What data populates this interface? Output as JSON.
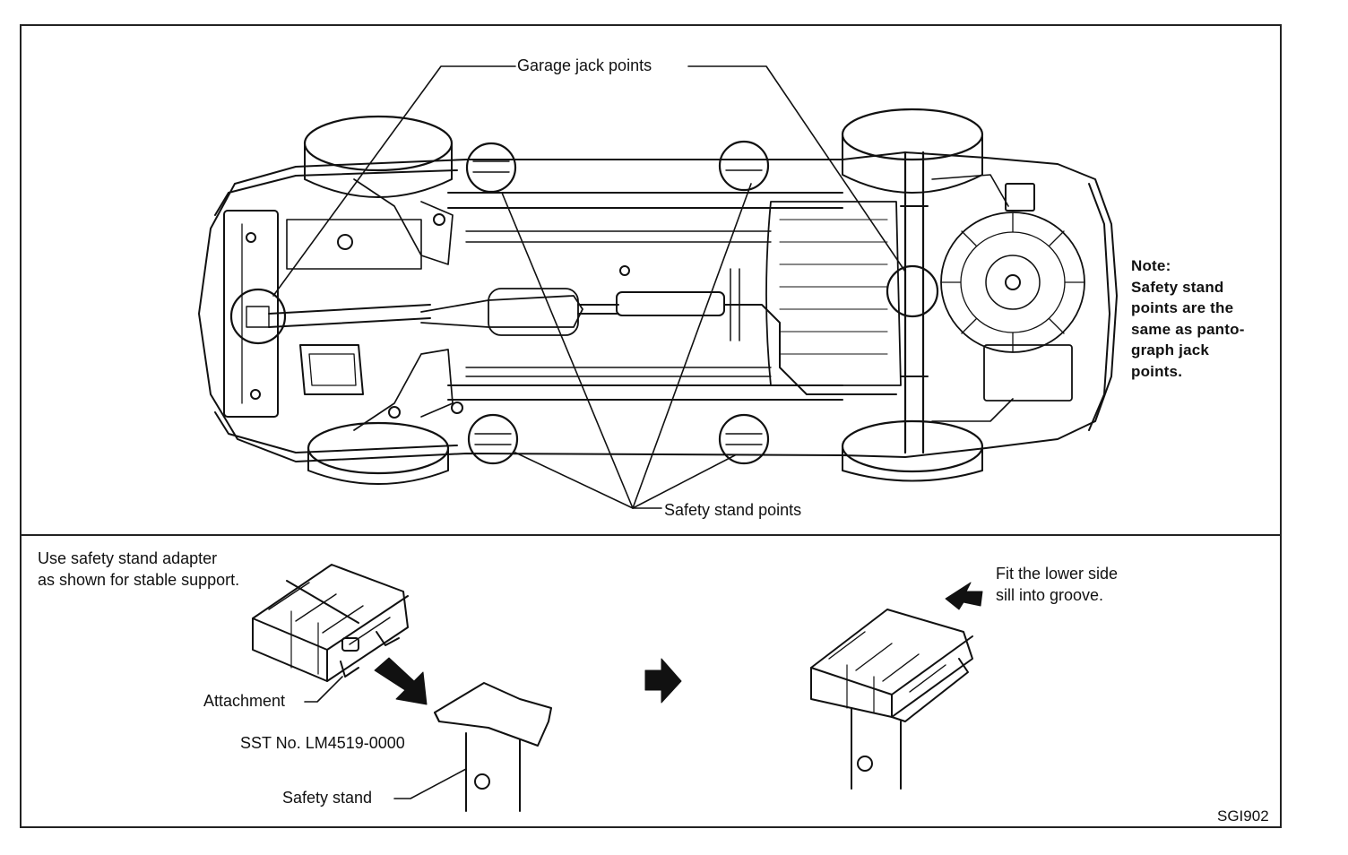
{
  "top_figure": {
    "garage_jack_label": "Garage jack points",
    "safety_stand_label": "Safety stand points",
    "note_lines": [
      "Note:",
      "Safety stand",
      "points are the",
      "same as panto-",
      "graph jack",
      "points."
    ]
  },
  "bottom_figure": {
    "instruction_lines": [
      "Use safety stand adapter",
      "as shown for stable support."
    ],
    "attachment_label": "Attachment",
    "sst_label": "SST No. LM4519-0000",
    "safety_stand_label": "Safety stand",
    "fit_lines": [
      "Fit the lower side",
      "sill into groove."
    ]
  },
  "figure_code": "SGI902"
}
